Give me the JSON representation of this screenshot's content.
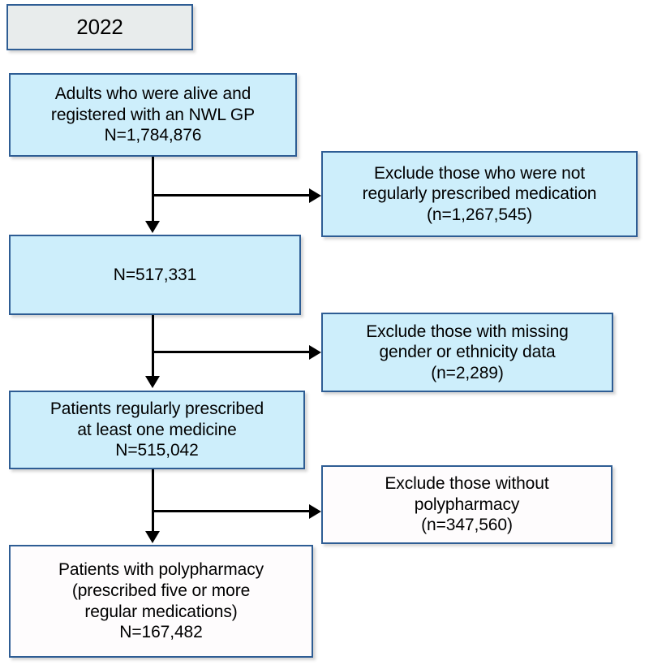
{
  "diagram": {
    "type": "flowchart",
    "title_box": {
      "label": "2022",
      "fill": "#e8ecec"
    },
    "border_color": "#2e5d94",
    "accent_fill": "#cdeefb",
    "plain_fill": "#fefcfd",
    "main_flow": [
      {
        "id": "cohort-source",
        "text": "Adults who were alive and\nregistered with an NWL GP\nN=1,784,876",
        "count": "1,784,876",
        "fill": "#cdeefb"
      },
      {
        "id": "after-first-exclusion",
        "text": "N=517,331",
        "count": "517,331",
        "fill": "#cdeefb"
      },
      {
        "id": "regularly-prescribed",
        "text": "Patients regularly prescribed\nat least one medicine\nN=515,042",
        "count": "515,042",
        "fill": "#cdeefb"
      },
      {
        "id": "polypharmacy-cohort",
        "text": "Patients with polypharmacy\n(prescribed five or more\nregular medications)\nN=167,482",
        "count": "167,482",
        "fill": "#fefcfd"
      }
    ],
    "exclusions": [
      {
        "id": "exclude-not-regular",
        "text": "Exclude those who were not\nregularly prescribed medication\n(n=1,267,545)",
        "count": "1,267,545",
        "fill": "#cdeefb"
      },
      {
        "id": "exclude-missing-data",
        "text": "Exclude those with missing\ngender or ethnicity data\n(n=2,289)",
        "count": "2,289",
        "fill": "#cdeefb"
      },
      {
        "id": "exclude-no-polypharmacy",
        "text": "Exclude those without\npolypharmacy\n(n=347,560)",
        "count": "347,560",
        "fill": "#fefcfd"
      }
    ]
  }
}
